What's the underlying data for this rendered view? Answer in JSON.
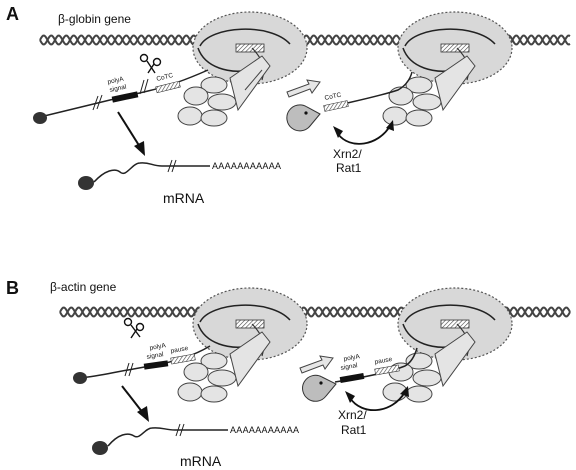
{
  "panels": [
    {
      "letter": "A",
      "gene_label": "β-globin gene",
      "polyA_signal_line1": "polyA",
      "polyA_signal_line2": "signal",
      "element_label": "CoTC",
      "right_element_label": "CoTC",
      "mrna_label": "mRNA",
      "polyA_tail": "AAAAAAAAAAA",
      "exonuclease_line1": "Xrn2/",
      "exonuclease_line2": "Rat1"
    },
    {
      "letter": "B",
      "gene_label": "β-actin gene",
      "polyA_signal_line1": "polyA",
      "polyA_signal_line2": "signal",
      "element_label": "pause",
      "right_polyA_line1": "polyA",
      "right_polyA_line2": "signal",
      "right_element_label": "pause",
      "mrna_label": "mRNA",
      "polyA_tail": "AAAAAAAAAAA",
      "exonuclease_line1": "Xrn2/",
      "exonuclease_line2": "Rat1"
    }
  ],
  "colors": {
    "dna": "#444444",
    "pol_fill": "#d8d8d8",
    "subunit_fill": "#e4e4e4",
    "cap_fill": "#333333",
    "signal_fill": "#111111",
    "xrn_fill": "#bdbdbd"
  }
}
